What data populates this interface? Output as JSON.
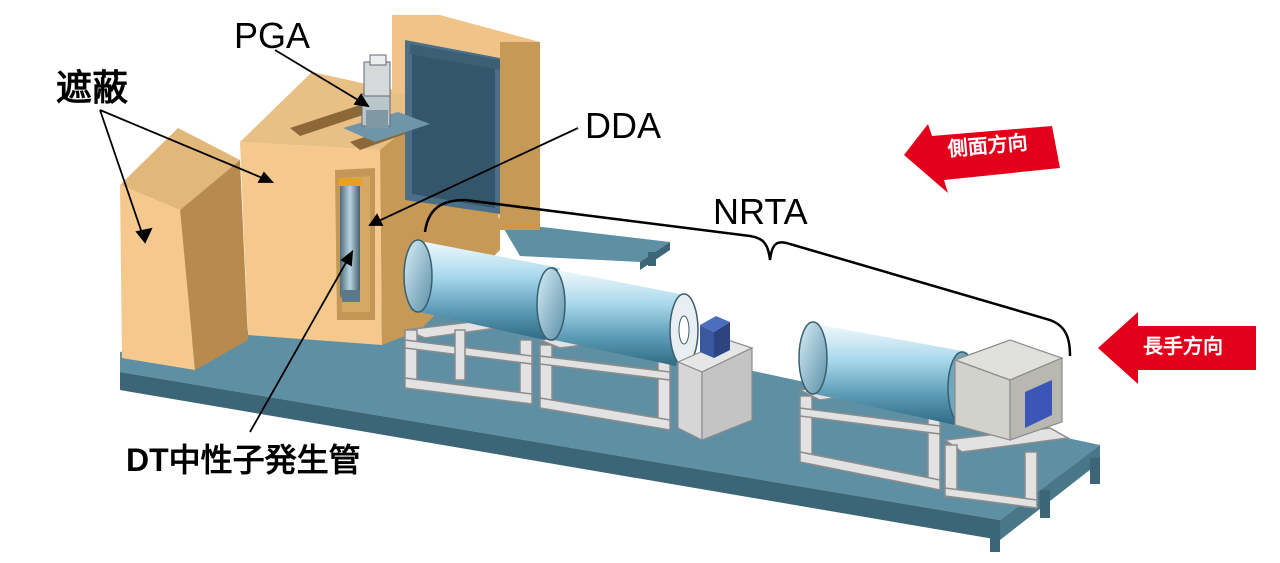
{
  "labels": {
    "shield": "遮蔽",
    "pga": "PGA",
    "dda": "DDA",
    "nrta": "NRTA",
    "dt_generator": "DT中性子発生管"
  },
  "arrows": {
    "side_direction": "側面方向",
    "long_direction": "長手方向"
  },
  "colors": {
    "shield": "#f5c98e",
    "shield_dark": "#b88a4d",
    "base": "#5f8fa3",
    "frame": "#dcdcdc",
    "cylinder": "#9fd0e6",
    "arrow": "#e3001b"
  }
}
